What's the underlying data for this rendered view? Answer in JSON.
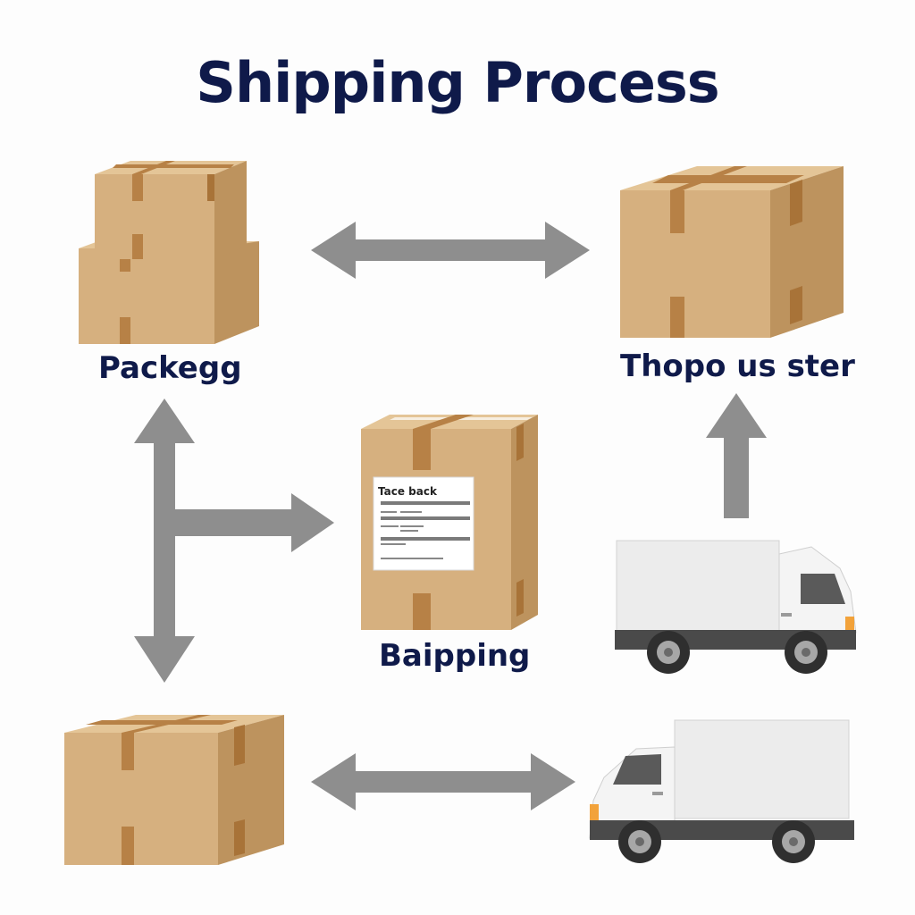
{
  "title": "Shipping Process",
  "nodes": {
    "top_left": {
      "label": "Packegg"
    },
    "top_right": {
      "label": "Thopo us ster"
    },
    "center": {
      "label": "Baipping",
      "shipping_label_title": "Tace back"
    }
  },
  "colors": {
    "title": "#0f1a4a",
    "arrow": "#8e8e8e",
    "box_front": "#d6b07f",
    "box_side": "#bd935e",
    "box_top": "#e4c597",
    "tape": "#b78146",
    "truck_body": "#eeeeee",
    "truck_base": "#4a4a4a",
    "truck_accent": "#f2a23a"
  }
}
